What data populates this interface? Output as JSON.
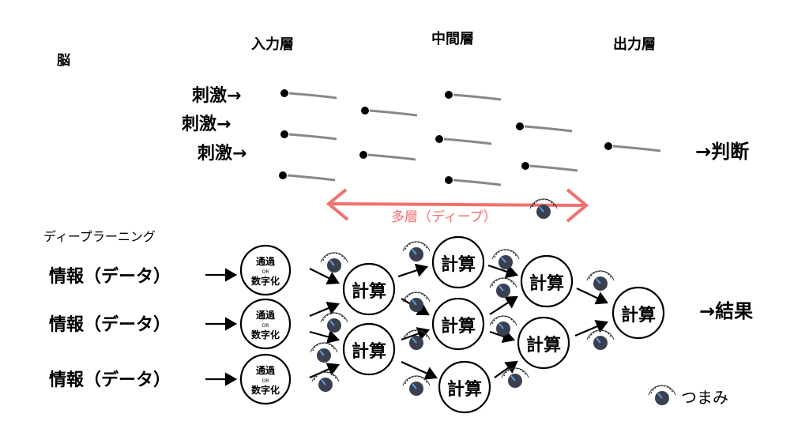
{
  "brain": {
    "title": "脳",
    "layers": [
      "入力層",
      "中間層",
      "出力層"
    ],
    "inputs": [
      "刺激→",
      "刺激→",
      "刺激→"
    ],
    "output": "→判断",
    "deep_label": "多層（ディープ）",
    "accent": "#f07070"
  },
  "dl": {
    "title": "ディープラーニング",
    "inputs": [
      "情報（データ）",
      "情報（データ）",
      "情報（データ）"
    ],
    "input_node": {
      "top": "通過",
      "mid": "OR",
      "bottom": "数字化"
    },
    "compute": "計算",
    "output": "→結果",
    "legend": "つまみ",
    "knob_color": "#3a4050",
    "pointer_color": "#5aa0e0"
  }
}
